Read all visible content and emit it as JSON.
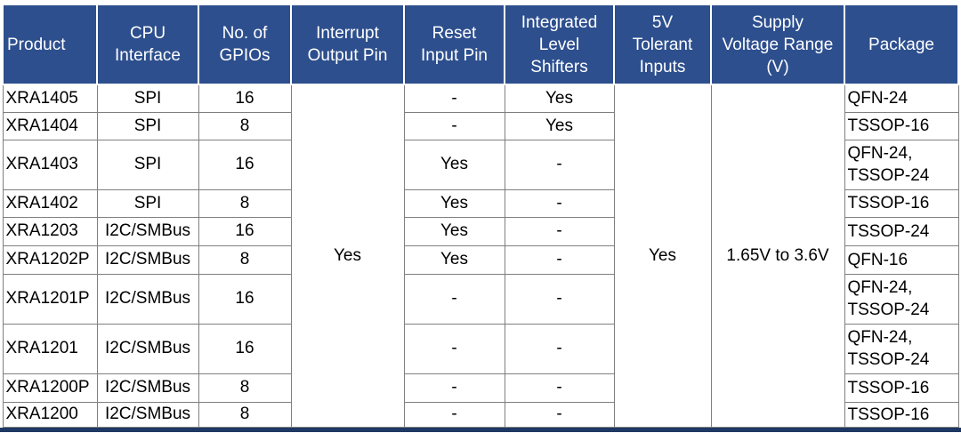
{
  "colors": {
    "header_bg": "#2d4f8e",
    "header_text": "#ffffff",
    "grid_line": "#7f7f7f",
    "body_text": "#000000",
    "bottom_bar": "#1f3864",
    "page_bg": "#ffffff"
  },
  "table": {
    "headers": [
      "Product",
      "CPU\nInterface",
      "No. of\nGPIOs",
      "Interrupt\nOutput Pin",
      "Reset\nInput Pin",
      "Integrated\nLevel\nShifters",
      "5V\nTolerant\nInputs",
      "Supply\nVoltage Range\n(V)",
      "Package"
    ],
    "merged": {
      "interrupt_output_pin": "Yes",
      "five_v_tolerant_inputs": "Yes",
      "supply_voltage_range": "1.65V to 3.6V"
    },
    "rows": [
      {
        "product": "XRA1405",
        "cpu_interface": "SPI",
        "gpios": "16",
        "reset_input_pin": "-",
        "level_shifters": "Yes",
        "package": "QFN-24"
      },
      {
        "product": "XRA1404",
        "cpu_interface": "SPI",
        "gpios": "8",
        "reset_input_pin": "-",
        "level_shifters": "Yes",
        "package": "TSSOP-16"
      },
      {
        "product": "XRA1403",
        "cpu_interface": "SPI",
        "gpios": "16",
        "reset_input_pin": "Yes",
        "level_shifters": "-",
        "package": "QFN-24,\nTSSOP-24"
      },
      {
        "product": "XRA1402",
        "cpu_interface": "SPI",
        "gpios": "8",
        "reset_input_pin": "Yes",
        "level_shifters": "-",
        "package": "TSSOP-16"
      },
      {
        "product": "XRA1203",
        "cpu_interface": "I2C/SMBus",
        "gpios": "16",
        "reset_input_pin": "Yes",
        "level_shifters": "-",
        "package": "TSSOP-24"
      },
      {
        "product": "XRA1202P",
        "cpu_interface": "I2C/SMBus",
        "gpios": "8",
        "reset_input_pin": "Yes",
        "level_shifters": "-",
        "package": "QFN-16"
      },
      {
        "product": "XRA1201P",
        "cpu_interface": "I2C/SMBus",
        "gpios": "16",
        "reset_input_pin": "-",
        "level_shifters": "-",
        "package": "QFN-24,\nTSSOP-24"
      },
      {
        "product": "XRA1201",
        "cpu_interface": "I2C/SMBus",
        "gpios": "16",
        "reset_input_pin": "-",
        "level_shifters": "-",
        "package": "QFN-24,\nTSSOP-24"
      },
      {
        "product": "XRA1200P",
        "cpu_interface": "I2C/SMBus",
        "gpios": "8",
        "reset_input_pin": "-",
        "level_shifters": "-",
        "package": "TSSOP-16"
      },
      {
        "product": "XRA1200",
        "cpu_interface": "I2C/SMBus",
        "gpios": "8",
        "reset_input_pin": "-",
        "level_shifters": "-",
        "package": "TSSOP-16"
      }
    ]
  }
}
